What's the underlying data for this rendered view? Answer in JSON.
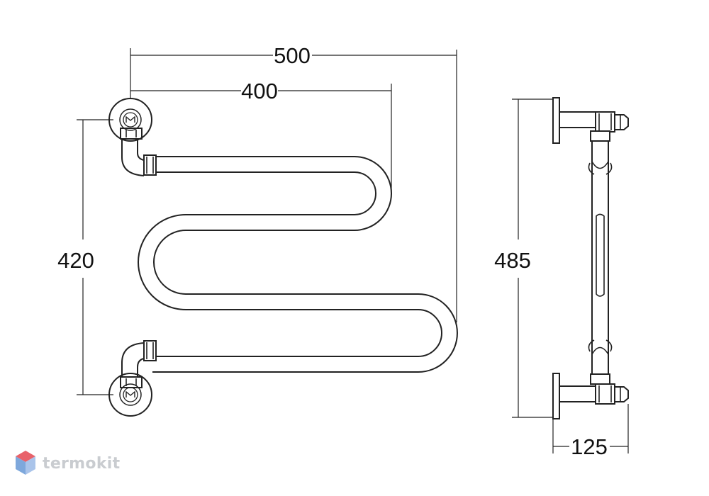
{
  "dimensions": {
    "overall_width": "500",
    "pipe_width": "400",
    "center_height": "420",
    "total_height": "485",
    "depth": "125"
  },
  "brand": {
    "name": "termokit",
    "logo_icon": "cube-logo-icon",
    "colors": {
      "logo_top": "#e8626a",
      "logo_left": "#7ea8dc",
      "logo_right": "#aac4ea",
      "text": "#c9ccd0"
    }
  },
  "icons": {
    "fitting_mark": "valve-m-icon"
  }
}
